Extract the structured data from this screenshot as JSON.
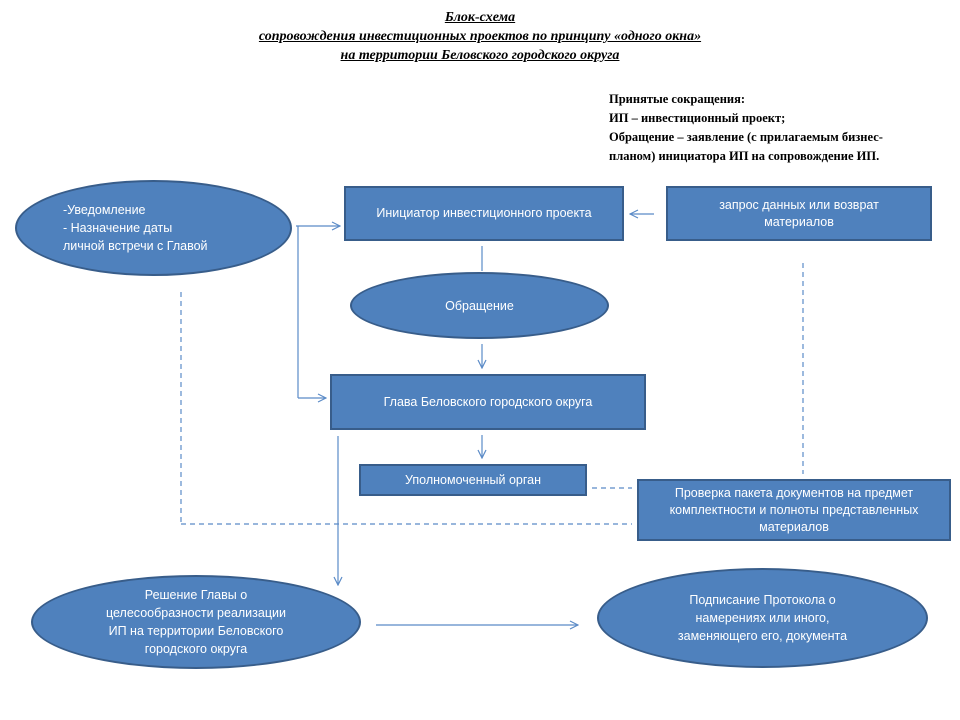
{
  "title": {
    "line1": "Блок-схема",
    "line2": "сопровождения инвестиционных  проектов по принципу  «одного окна»",
    "line3": "на территории Беловского городского округа"
  },
  "abbreviations": {
    "heading": "Принятые сокращения:",
    "line1": "ИП – инвестиционный проект;",
    "line2": "Обращение – заявление (с прилагаемым бизнес-",
    "line3": "планом) инициатора ИП на сопровождение ИП."
  },
  "nodes": {
    "notification": {
      "line1": "-Уведомление",
      "line2": "- Назначение даты",
      "line3": "личной встречи с Главой"
    },
    "initiator": "Инициатор инвестиционного проекта",
    "request": {
      "line1": "запрос данных или возврат",
      "line2": "материалов"
    },
    "appeal": "Обращение",
    "head": "Глава Беловского городского округа",
    "authorized": "Уполномоченный орган",
    "check": {
      "line1": "Проверка пакета документов  на предмет",
      "line2": "комплектности и полноты представленных",
      "line3": "материалов"
    },
    "decision": {
      "line1": "Решение Главы о",
      "line2": "целесообразности реализации",
      "line3": "ИП на территории Беловского",
      "line4": "городского округа"
    },
    "protocol": {
      "line1": "Подписание Протокола о",
      "line2": "намерениях или иного,",
      "line3": "заменяющего его, документа"
    }
  },
  "colors": {
    "fill": "#4f81bd",
    "border": "#385d8a",
    "connector": "#5b8bc7"
  }
}
